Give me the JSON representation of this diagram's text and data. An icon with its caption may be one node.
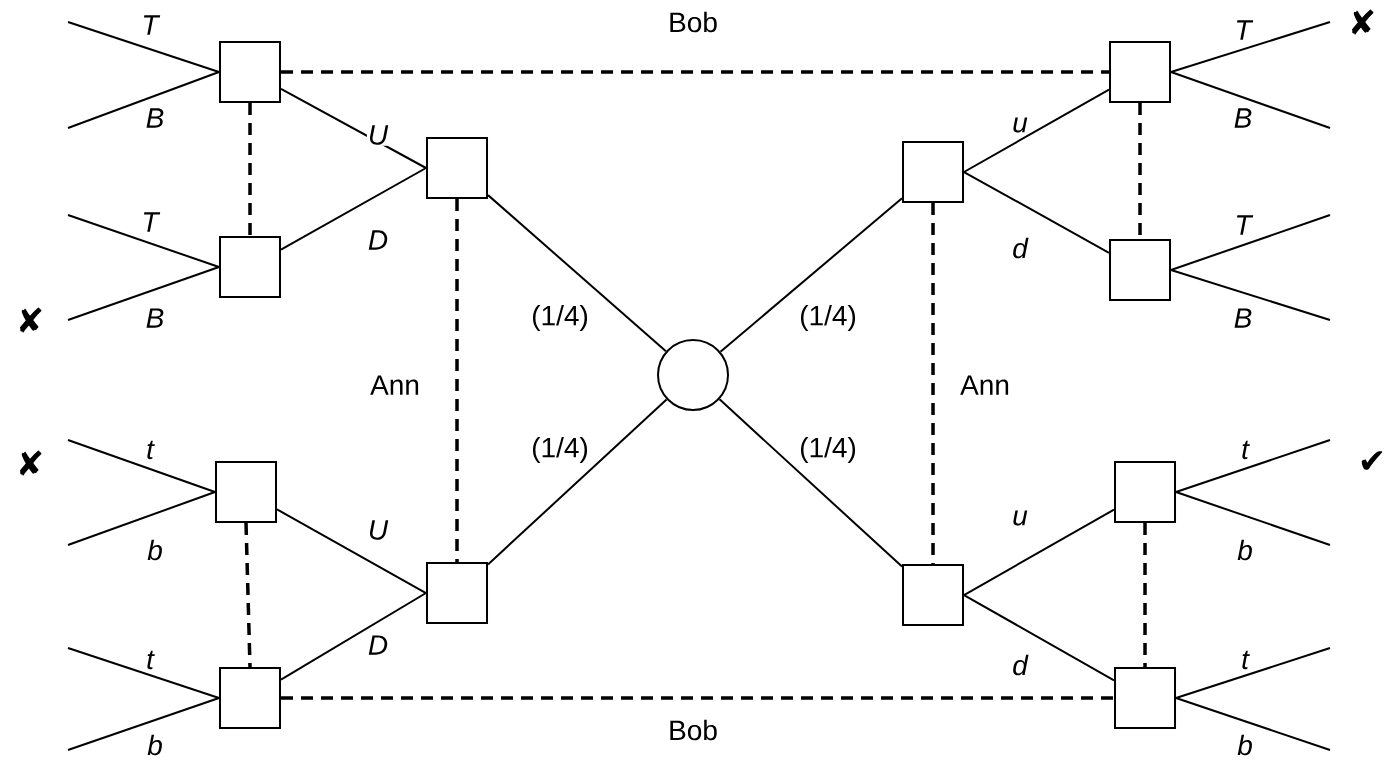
{
  "diagram": {
    "nodes": [
      {
        "text": [],
        "shape": "box"
      },
      {
        "text": [],
        "shape": "box"
      },
      {
        "text": [],
        "shape": "box"
      },
      {
        "text": [],
        "shape": "box"
      },
      {
        "text": [],
        "shape": "box"
      },
      {
        "text": [],
        "shape": "box"
      },
      {
        "text": [],
        "shape": "circle"
      },
      {
        "text": [],
        "shape": "box"
      },
      {
        "text": [],
        "shape": "box"
      },
      {
        "text": [],
        "shape": "box"
      },
      {
        "text": [],
        "shape": "box"
      },
      {
        "text": [],
        "shape": "box"
      },
      {
        "text": [],
        "shape": "box"
      }
    ],
    "edges": [
      {
        "from": 6,
        "to": 2,
        "arrow": "none",
        "label": "(1/4)"
      },
      {
        "from": 6,
        "to": 3,
        "arrow": "none",
        "label": "(1/4)"
      },
      {
        "from": 6,
        "to": 9,
        "arrow": "none",
        "label": "(1/4)"
      },
      {
        "from": 6,
        "to": 10,
        "arrow": "none",
        "label": "(1/4)"
      },
      {
        "from": 2,
        "to": 0,
        "arrow": "none",
        "label": "U"
      },
      {
        "from": 2,
        "to": 4,
        "arrow": "none",
        "label": "D"
      },
      {
        "from": 9,
        "to": 7,
        "arrow": "none",
        "label": "U"
      },
      {
        "from": 9,
        "to": 11,
        "arrow": "none",
        "label": "D"
      },
      {
        "from": 3,
        "to": 1,
        "arrow": "none",
        "label": "u"
      },
      {
        "from": 3,
        "to": 5,
        "arrow": "none",
        "label": "d"
      },
      {
        "from": 10,
        "to": 8,
        "arrow": "none",
        "label": "u"
      },
      {
        "from": 10,
        "to": 12,
        "arrow": "none",
        "label": "d"
      },
      {
        "from": 0,
        "to": 1,
        "arrow": "none",
        "style": "dashed",
        "label": "Bob"
      },
      {
        "from": 11,
        "to": 12,
        "arrow": "none",
        "style": "dashed",
        "label": "Bob"
      },
      {
        "from": 0,
        "to": 4,
        "arrow": "none",
        "style": "dashed"
      },
      {
        "from": 7,
        "to": 11,
        "arrow": "none",
        "style": "dashed"
      },
      {
        "from": 1,
        "to": 5,
        "arrow": "none",
        "style": "dashed"
      },
      {
        "from": 8,
        "to": 12,
        "arrow": "none",
        "style": "dashed"
      },
      {
        "from": 2,
        "to": 9,
        "arrow": "none",
        "style": "dashed",
        "label": "Ann"
      },
      {
        "from": 3,
        "to": 10,
        "arrow": "none",
        "style": "dashed",
        "label": "Ann"
      },
      {
        "from": 0,
        "to": null,
        "arrow": "none",
        "label": "T"
      },
      {
        "from": 0,
        "to": null,
        "arrow": "none",
        "label": "B"
      },
      {
        "from": 1,
        "to": null,
        "arrow": "none",
        "label": "T"
      },
      {
        "from": 1,
        "to": null,
        "arrow": "none",
        "label": "B"
      },
      {
        "from": 4,
        "to": null,
        "arrow": "none",
        "label": "T"
      },
      {
        "from": 4,
        "to": null,
        "arrow": "none",
        "label": "B"
      },
      {
        "from": 5,
        "to": null,
        "arrow": "none",
        "label": "T"
      },
      {
        "from": 5,
        "to": null,
        "arrow": "none",
        "label": "B"
      },
      {
        "from": 7,
        "to": null,
        "arrow": "none",
        "label": "t"
      },
      {
        "from": 7,
        "to": null,
        "arrow": "none",
        "label": "b"
      },
      {
        "from": 8,
        "to": null,
        "arrow": "none",
        "label": "t"
      },
      {
        "from": 8,
        "to": null,
        "arrow": "none",
        "label": "b"
      },
      {
        "from": 11,
        "to": null,
        "arrow": "none",
        "label": "t"
      },
      {
        "from": 11,
        "to": null,
        "arrow": "none",
        "label": "b"
      },
      {
        "from": 12,
        "to": null,
        "arrow": "none",
        "label": "t"
      },
      {
        "from": 12,
        "to": null,
        "arrow": "none",
        "label": "b"
      }
    ],
    "labels": [
      "✘",
      "✘",
      "✘",
      "✔"
    ]
  }
}
